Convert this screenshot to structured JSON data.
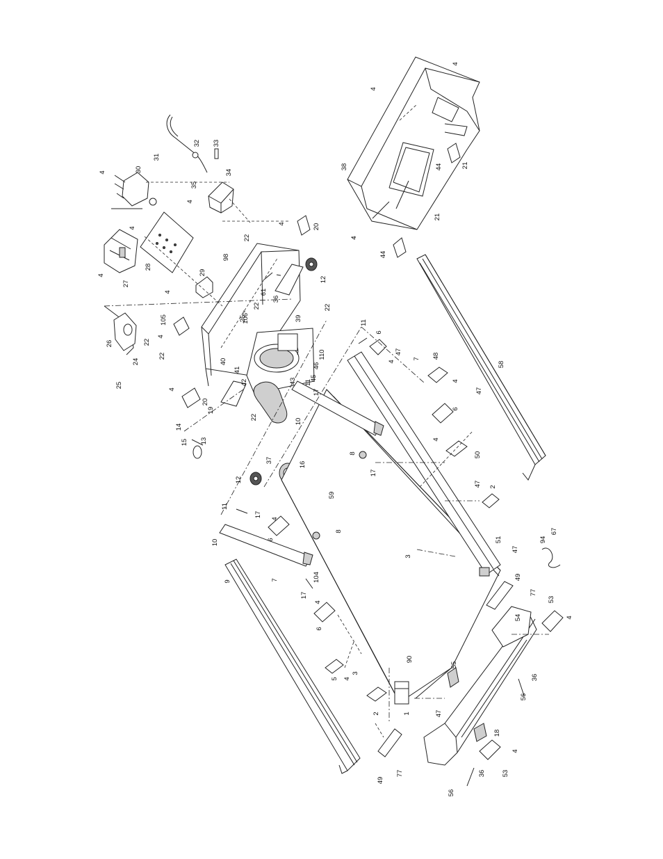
{
  "diagram": {
    "callouts": [
      {
        "id": "c-4a",
        "text": "4"
      },
      {
        "id": "c-4b",
        "text": "4"
      },
      {
        "id": "c-38",
        "text": "38"
      },
      {
        "id": "c-4c",
        "text": "4"
      },
      {
        "id": "c-44a",
        "text": "44"
      },
      {
        "id": "c-21a",
        "text": "21"
      },
      {
        "id": "c-21b",
        "text": "21"
      },
      {
        "id": "c-4d",
        "text": "4"
      },
      {
        "id": "c-44b",
        "text": "44"
      },
      {
        "id": "c-31",
        "text": "31"
      },
      {
        "id": "c-32",
        "text": "32"
      },
      {
        "id": "c-33",
        "text": "33"
      },
      {
        "id": "c-30",
        "text": "30"
      },
      {
        "id": "c-4e",
        "text": "4"
      },
      {
        "id": "c-35",
        "text": "35"
      },
      {
        "id": "c-34",
        "text": "34"
      },
      {
        "id": "c-4f",
        "text": "4"
      },
      {
        "id": "c-4g",
        "text": "4"
      },
      {
        "id": "c-28",
        "text": "28"
      },
      {
        "id": "c-27",
        "text": "27"
      },
      {
        "id": "c-4h",
        "text": "4"
      },
      {
        "id": "c-22a",
        "text": "22"
      },
      {
        "id": "c-4i",
        "text": "4"
      },
      {
        "id": "c-20a",
        "text": "20"
      },
      {
        "id": "c-98",
        "text": "98"
      },
      {
        "id": "c-29",
        "text": "29"
      },
      {
        "id": "c-4j",
        "text": "4"
      },
      {
        "id": "c-12a",
        "text": "12"
      },
      {
        "id": "c-61",
        "text": "61"
      },
      {
        "id": "c-36a",
        "text": "36"
      },
      {
        "id": "c-22b",
        "text": "22"
      },
      {
        "id": "c-22c",
        "text": "22"
      },
      {
        "id": "c-106",
        "text": "106*"
      },
      {
        "id": "c-25a",
        "text": "25"
      },
      {
        "id": "c-39",
        "text": "39"
      },
      {
        "id": "c-105",
        "text": "105"
      },
      {
        "id": "c-4k",
        "text": "4"
      },
      {
        "id": "c-26",
        "text": "26"
      },
      {
        "id": "c-22d",
        "text": "22"
      },
      {
        "id": "c-24",
        "text": "24"
      },
      {
        "id": "c-25b",
        "text": "25"
      },
      {
        "id": "c-22e",
        "text": "22"
      },
      {
        "id": "c-40",
        "text": "40"
      },
      {
        "id": "c-41",
        "text": "41"
      },
      {
        "id": "c-110",
        "text": "110"
      },
      {
        "id": "c-46",
        "text": "46"
      },
      {
        "id": "c-45",
        "text": "45"
      },
      {
        "id": "c-43",
        "text": "43"
      },
      {
        "id": "c-11a",
        "text": "11"
      },
      {
        "id": "c-42",
        "text": "42"
      },
      {
        "id": "c-17a",
        "text": "17"
      },
      {
        "id": "c-11b",
        "text": "11"
      },
      {
        "id": "c-6a",
        "text": "6"
      },
      {
        "id": "c-47a",
        "text": "47"
      },
      {
        "id": "c-4l",
        "text": "4"
      },
      {
        "id": "c-7a",
        "text": "7"
      },
      {
        "id": "c-48",
        "text": "48"
      },
      {
        "id": "c-4m",
        "text": "4"
      },
      {
        "id": "c-20b",
        "text": "20"
      },
      {
        "id": "c-4n",
        "text": "4"
      },
      {
        "id": "c-19",
        "text": "19"
      },
      {
        "id": "c-22f",
        "text": "22"
      },
      {
        "id": "c-14",
        "text": "14"
      },
      {
        "id": "c-15",
        "text": "15"
      },
      {
        "id": "c-13",
        "text": "13"
      },
      {
        "id": "c-10a",
        "text": "10"
      },
      {
        "id": "c-47b",
        "text": "47"
      },
      {
        "id": "c-6b",
        "text": "6"
      },
      {
        "id": "c-4o",
        "text": "4"
      },
      {
        "id": "c-58",
        "text": "58"
      },
      {
        "id": "c-8a",
        "text": "8"
      },
      {
        "id": "c-17b",
        "text": "17"
      },
      {
        "id": "c-50",
        "text": "50"
      },
      {
        "id": "c-37",
        "text": "37"
      },
      {
        "id": "c-16",
        "text": "16"
      },
      {
        "id": "c-12b",
        "text": "12"
      },
      {
        "id": "c-59",
        "text": "59"
      },
      {
        "id": "c-11c",
        "text": "11"
      },
      {
        "id": "c-17c",
        "text": "17"
      },
      {
        "id": "c-4p",
        "text": "4"
      },
      {
        "id": "c-6c",
        "text": "6"
      },
      {
        "id": "c-47c",
        "text": "47"
      },
      {
        "id": "c-2a",
        "text": "2"
      },
      {
        "id": "c-10b",
        "text": "10"
      },
      {
        "id": "c-8b",
        "text": "8"
      },
      {
        "id": "c-51",
        "text": "51"
      },
      {
        "id": "c-3a",
        "text": "3"
      },
      {
        "id": "c-94",
        "text": "94"
      },
      {
        "id": "c-67",
        "text": "67"
      },
      {
        "id": "c-47d",
        "text": "47"
      },
      {
        "id": "c-9",
        "text": "9"
      },
      {
        "id": "c-7b",
        "text": "7"
      },
      {
        "id": "c-104",
        "text": "104"
      },
      {
        "id": "c-49a",
        "text": "49"
      },
      {
        "id": "c-77a",
        "text": "77"
      },
      {
        "id": "c-17d",
        "text": "17"
      },
      {
        "id": "c-4q",
        "text": "4"
      },
      {
        "id": "c-53a",
        "text": "53"
      },
      {
        "id": "c-54",
        "text": "54"
      },
      {
        "id": "c-4r",
        "text": "4"
      },
      {
        "id": "c-6d",
        "text": "6"
      },
      {
        "id": "c-90",
        "text": "90"
      },
      {
        "id": "c-55",
        "text": "55"
      },
      {
        "id": "c-3b",
        "text": "3"
      },
      {
        "id": "c-36b",
        "text": "36"
      },
      {
        "id": "c-5",
        "text": "5"
      },
      {
        "id": "c-4s",
        "text": "4"
      },
      {
        "id": "c-56a",
        "text": "56"
      },
      {
        "id": "c-2b",
        "text": "2"
      },
      {
        "id": "c-1",
        "text": "1"
      },
      {
        "id": "c-47e",
        "text": "47"
      },
      {
        "id": "c-18",
        "text": "18"
      },
      {
        "id": "c-4t",
        "text": "4"
      },
      {
        "id": "c-49b",
        "text": "49"
      },
      {
        "id": "c-77b",
        "text": "77"
      },
      {
        "id": "c-36c",
        "text": "36"
      },
      {
        "id": "c-53b",
        "text": "53"
      },
      {
        "id": "c-56b",
        "text": "56"
      }
    ]
  }
}
